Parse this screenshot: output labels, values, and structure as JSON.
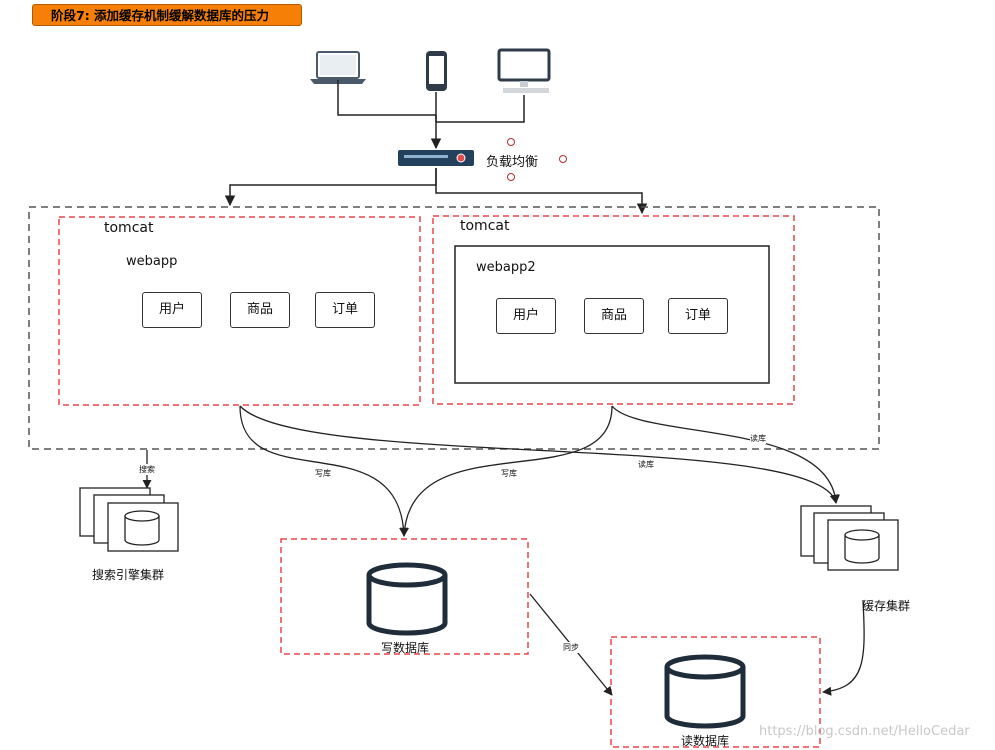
{
  "title": "阶段7: 添加缓存机制缓解数据库的压力",
  "load_balancer": {
    "label": "负载均衡"
  },
  "tomcat_left": {
    "label": "tomcat",
    "webapp_label": "webapp",
    "modules": [
      "用户",
      "商品",
      "订单"
    ]
  },
  "tomcat_right": {
    "label": "tomcat",
    "webapp_label": "webapp2",
    "modules": [
      "用户",
      "商品",
      "订单"
    ]
  },
  "edges": {
    "search": "搜索",
    "write_left": "写库",
    "write_right": "写库",
    "read_left": "读库",
    "read_right": "读库",
    "sync": "同步"
  },
  "nodes": {
    "search_cluster": "搜索引擎集群",
    "cache_cluster": "缓存集群",
    "write_db": "写数据库",
    "read_db": "读数据库"
  },
  "watermark": "https://blog.csdn.net/HelloCedar",
  "colors": {
    "title_bg": "#f57f07",
    "dashed_red": "#e8474b",
    "dashed_gray": "#555555",
    "db_stroke": "#1f2d3a",
    "lb_body": "#23415c"
  }
}
